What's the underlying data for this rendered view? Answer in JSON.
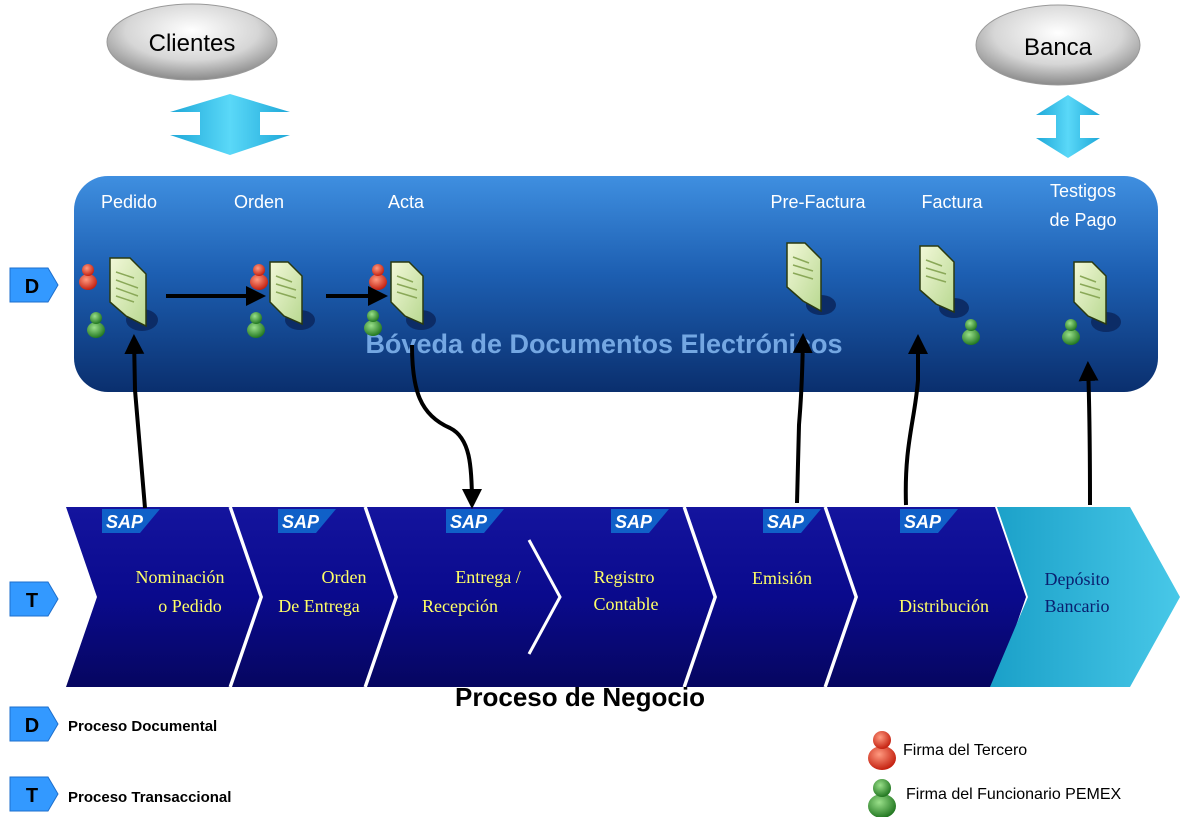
{
  "top": {
    "clientes": "Clientes",
    "banca": "Banca"
  },
  "vault": {
    "title": "Bóveda de Documentos Electrónicos",
    "docs": [
      {
        "line1": "Pedido",
        "line2": ""
      },
      {
        "line1": "Orden",
        "line2": ""
      },
      {
        "line1": "Acta",
        "line2": ""
      },
      {
        "line1": "Pre-Factura",
        "line2": ""
      },
      {
        "line1": "Factura",
        "line2": ""
      },
      {
        "line1": "Testigos",
        "line2": "de Pago"
      }
    ]
  },
  "process": {
    "sap": "SAP",
    "steps": [
      {
        "line1": "Nominación",
        "line2": "o Pedido"
      },
      {
        "line1": "Orden",
        "line2": "De Entrega"
      },
      {
        "line1": "Entrega /",
        "line2": "Recepción"
      },
      {
        "line1": "Registro",
        "line2": "Contable"
      },
      {
        "line1": "Emisión",
        "line2": ""
      },
      {
        "line1": "Distribución",
        "line2": ""
      },
      {
        "line1": "Depósito",
        "line2": "Bancario"
      }
    ],
    "title": "Proceso de Negocio"
  },
  "markers": {
    "d": "D",
    "t": "T"
  },
  "legend": {
    "d_label": "Proceso Documental",
    "t_label": "Proceso Transaccional",
    "third": "Firma del Tercero",
    "official": "Firma del Funcionario PEMEX"
  },
  "colors": {
    "chevron_dark": "#0a0a8c",
    "chevron_last": "#2cb4d8",
    "vault": "#1f5fb0",
    "step_text": "#ffff66",
    "arrow_cyan": "#33ccf0",
    "marker": "#3399ff",
    "person_red": "#e83020",
    "person_green": "#2a9a2a"
  }
}
